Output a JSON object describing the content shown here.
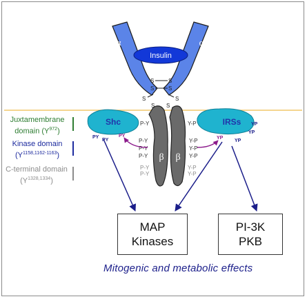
{
  "receptor": {
    "alpha_label": "α",
    "beta_label": "β",
    "ligand": "Insulin",
    "disulfide": "S"
  },
  "adaptors": {
    "shc": "Shc",
    "irs": "IRSs"
  },
  "phospho": {
    "py": "PY",
    "yp": "YP",
    "p_y": "P-Y",
    "y_p": "Y-P"
  },
  "domains": {
    "juxtamembrane": {
      "line1": "Juxtamembrane",
      "line2": "domain (Y",
      "sup": "972",
      "close": ")"
    },
    "kinase": {
      "line1": "Kinase domain",
      "line2": "(Y",
      "sup": "1158,1162-1163",
      "close": ")"
    },
    "cterminal": {
      "line1": "C-terminal domain",
      "line2": "(Y",
      "sup": "1328,1334",
      "close": ")"
    }
  },
  "outputs": {
    "map": {
      "line1": "MAP",
      "line2": "Kinases"
    },
    "pi3k": {
      "line1": "PI-3K",
      "line2": "PKB"
    }
  },
  "effects": "Mitogenic and metabolic effects",
  "colors": {
    "alpha": "#5b84e8",
    "insulin": "#1238d8",
    "beta": "#6a6a6a",
    "adaptor": "#1fb3cf",
    "membrane": "#f2c76a",
    "juxtamembrane": "#2e7d32",
    "kinase": "#1c2a9e",
    "cterminal": "#8c8c8c",
    "phospho": "#8b1a8b",
    "arrow": "#1b1e8a"
  }
}
